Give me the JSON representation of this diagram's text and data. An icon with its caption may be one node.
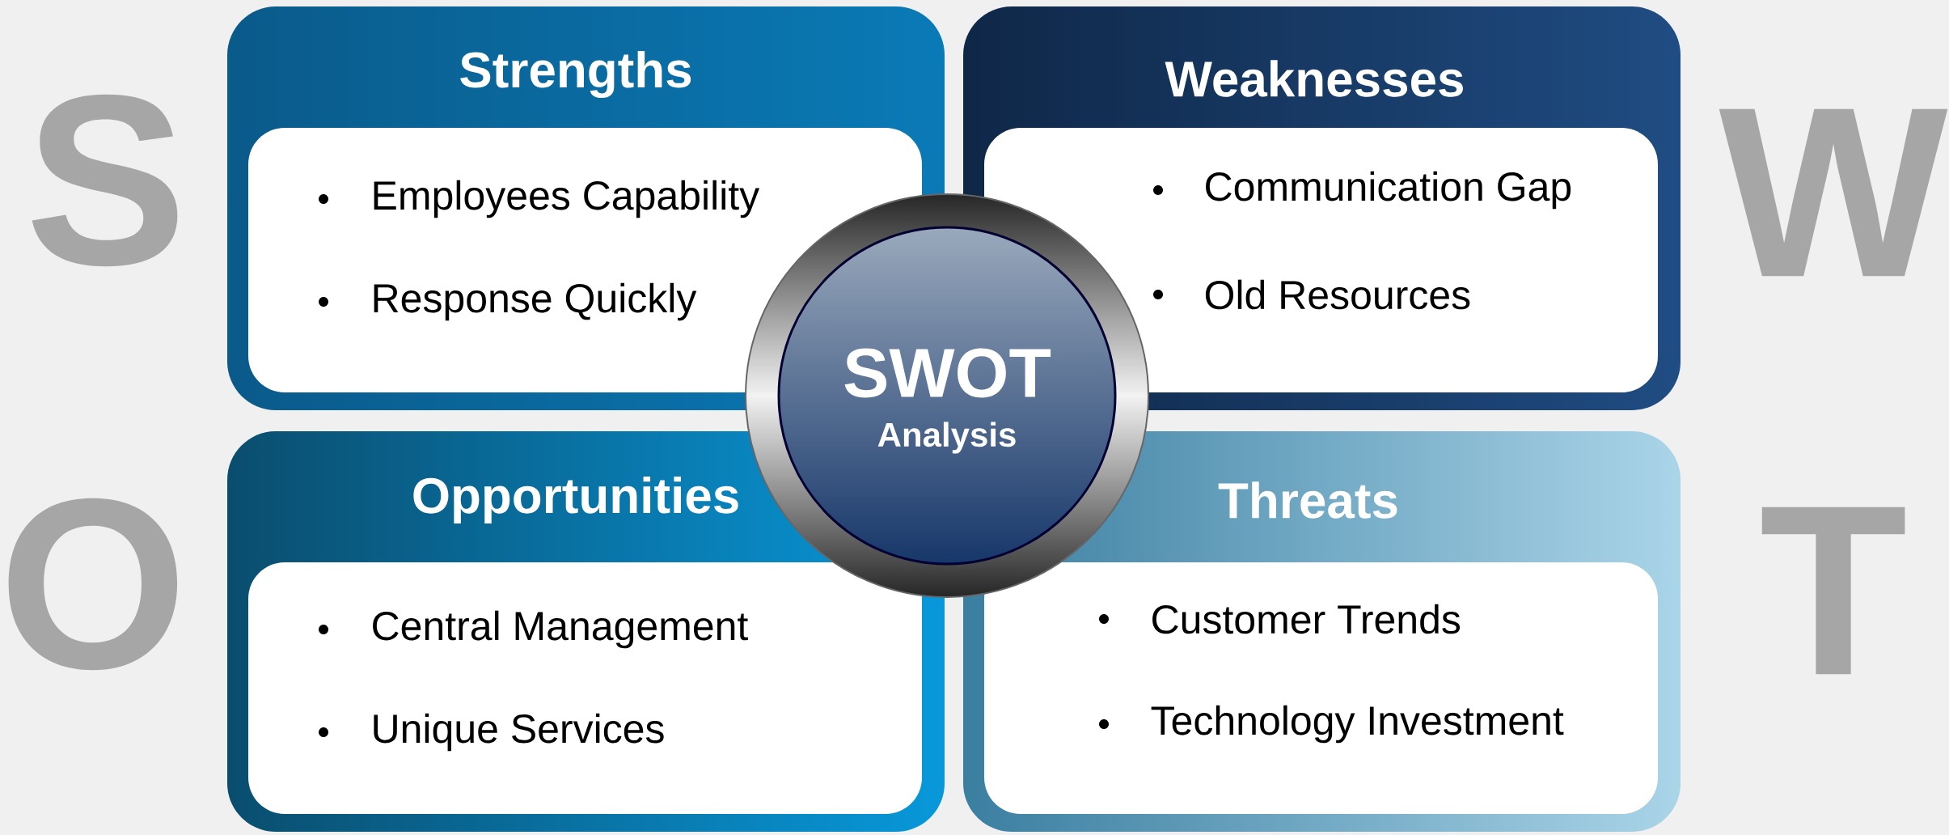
{
  "diagram": {
    "nodes": [
      {
        "text": [
          "Strengths",
          "Employees Capability",
          "Response Quickly"
        ]
      },
      {
        "text": [
          "Weaknesses",
          "Communication Gap",
          "Old Resources"
        ]
      },
      {
        "text": [
          "Opportunities",
          "Central Management",
          "Unique Services"
        ]
      },
      {
        "text": [
          "Threats",
          "Customer Trends",
          "Technology Investment"
        ]
      },
      {
        "text": [
          "SWOT",
          "Analysis"
        ]
      }
    ],
    "labels": [
      "S",
      "W",
      "O",
      "T"
    ]
  }
}
